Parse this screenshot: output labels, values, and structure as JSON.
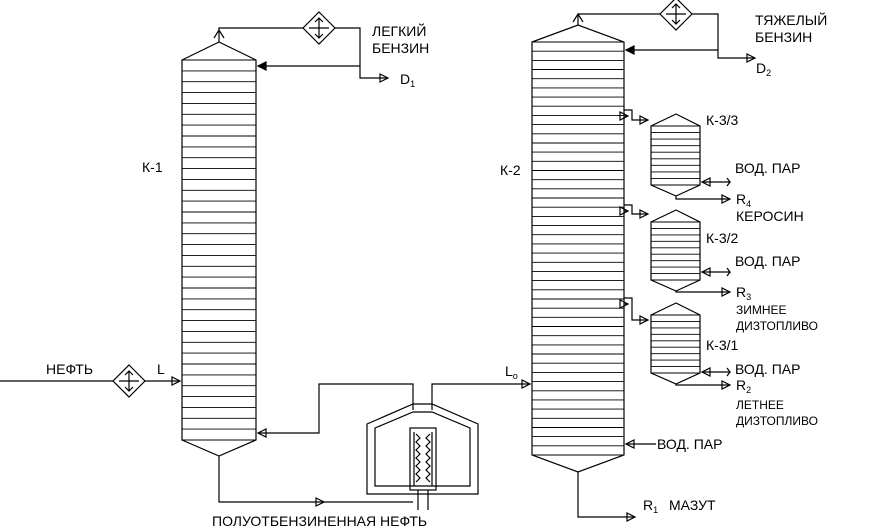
{
  "labels": {
    "light_gasoline_1": "ЛЕГКИЙ",
    "light_gasoline_2": "БЕНЗИН",
    "d1": "D",
    "d1_sub": "1",
    "k1": "К-1",
    "oil": "НЕФТЬ",
    "l": "L",
    "semi_oil": "ПОЛУОТБЕНЗИНЕННАЯ  НЕФТЬ",
    "heavy_gasoline_1": "ТЯЖЕЛЫЙ",
    "heavy_gasoline_2": "БЕНЗИН",
    "d2": "D",
    "d2_sub": "2",
    "k2": "К-2",
    "l0": "L",
    "l0_sub": "o",
    "k33": "К-3/3",
    "k32": "К-3/2",
    "k31": "К-3/1",
    "steam_1": "ВОД. ПАР",
    "steam_2": "ВОД. ПАР",
    "steam_3": "ВОД. ПАР",
    "steam_4": "ВОД. ПАР",
    "r4": "R",
    "r4_sub": "4",
    "kerosene": "КЕРОСИН",
    "r3": "R",
    "r3_sub": "3",
    "winter_diesel_1": "ЗИМНЕЕ",
    "winter_diesel_2": "ДИЗТОПЛИВО",
    "r2": "R",
    "r2_sub": "2",
    "summer_diesel_1": "ЛЕТНЕЕ",
    "summer_diesel_2": "ДИЗТОПЛИВО",
    "r1": "R",
    "r1_sub": "1",
    "mazut": "МАЗУТ"
  },
  "columns": {
    "k1_trays": 36,
    "k2_trays": 46,
    "k33_trays": 10,
    "k32_trays": 10,
    "k31_trays": 10
  }
}
